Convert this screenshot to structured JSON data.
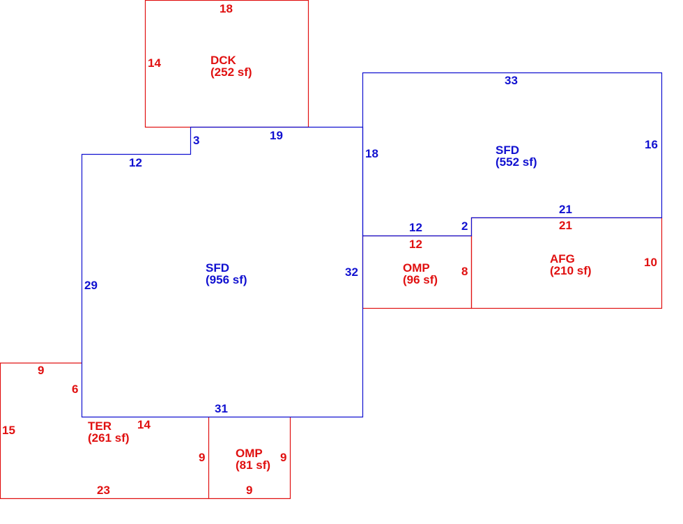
{
  "colors": {
    "main_area": "#1010d0",
    "other_area": "#e01010"
  },
  "areas": {
    "dck": {
      "code": "DCK",
      "area": "(252 sf)"
    },
    "sfd_main": {
      "code": "SFD",
      "area": "(956 sf)"
    },
    "sfd_upper": {
      "code": "SFD",
      "area": "(552 sf)"
    },
    "omp_mid": {
      "code": "OMP",
      "area": "(96 sf)"
    },
    "afg": {
      "code": "AFG",
      "area": "(210 sf)"
    },
    "ter": {
      "code": "TER",
      "area": "(261 sf)"
    },
    "omp_bottom": {
      "code": "OMP",
      "area": "(81 sf)"
    }
  },
  "dims": {
    "dck_top": "18",
    "dck_left": "14",
    "sfd_top_19": "19",
    "sfd_step_3": "3",
    "sfd_top_12": "12",
    "sfd_left_29": "29",
    "sfd_right_32": "32",
    "sfd_bottom_31": "31",
    "sfd_conn_18": "18",
    "sfd2_top_33": "33",
    "sfd2_right_16": "16",
    "sfd2_bottom_21": "21",
    "sfd2_bottom_12": "12",
    "sfd2_step_2": "2",
    "omp_top_12": "12",
    "omp_right_8": "8",
    "afg_top_21": "21",
    "afg_right_10": "10",
    "ter_top_9": "9",
    "ter_step_6": "6",
    "ter_left_15": "15",
    "ter_top_14": "14",
    "ter_bottom_23": "23",
    "ter_right_9": "9",
    "omp2_right_9": "9",
    "omp2_bottom_9": "9"
  }
}
